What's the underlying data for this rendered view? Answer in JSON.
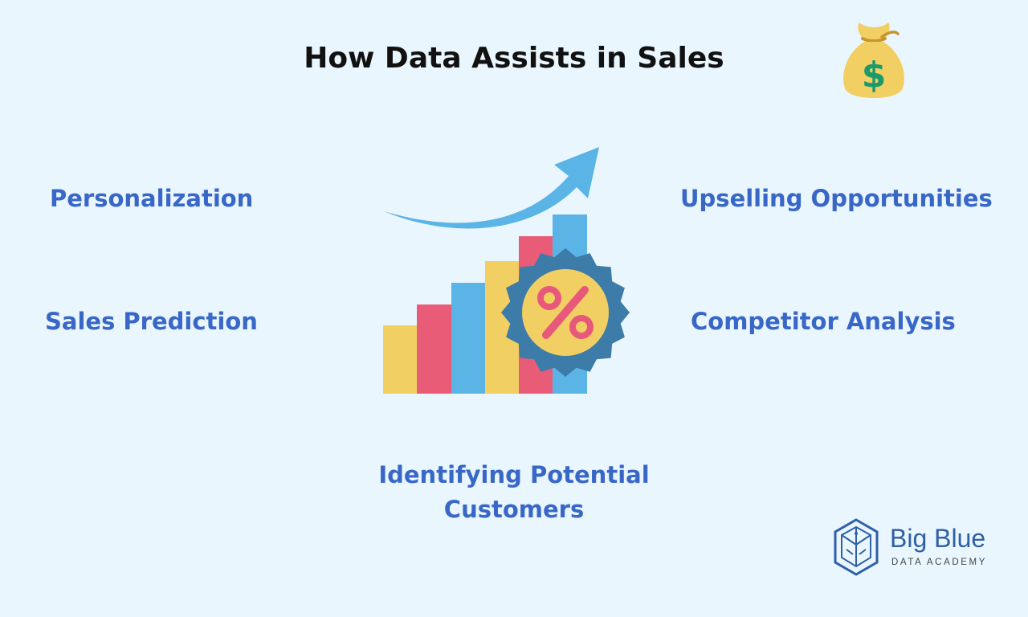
{
  "title": "How Data Assists in Sales",
  "labels": {
    "personalization": "Personalization",
    "sales_prediction": "Sales Prediction",
    "upselling": "Upselling Opportunities",
    "competitor": "Competitor Analysis",
    "identifying": "Identifying Potential Customers"
  },
  "logo": {
    "name": "Big Blue",
    "sub": "DATA ACADEMY"
  },
  "icons": {
    "money_bag": "money-bag-icon",
    "chart": "bar-chart-icon",
    "arrow": "trend-up-arrow-icon",
    "badge": "percent-badge-icon",
    "logo": "cube-logo-icon"
  },
  "colors": {
    "background": "#eaf6fd",
    "label_blue": "#3867c8",
    "title": "#111111",
    "bar_yellow": "#f2cf63",
    "bar_red": "#e85c78",
    "bar_blue": "#5ab4e6",
    "badge_gear": "#3d7ba8",
    "badge_percent": "#e8587a",
    "logo_blue": "#2f5fa8"
  }
}
